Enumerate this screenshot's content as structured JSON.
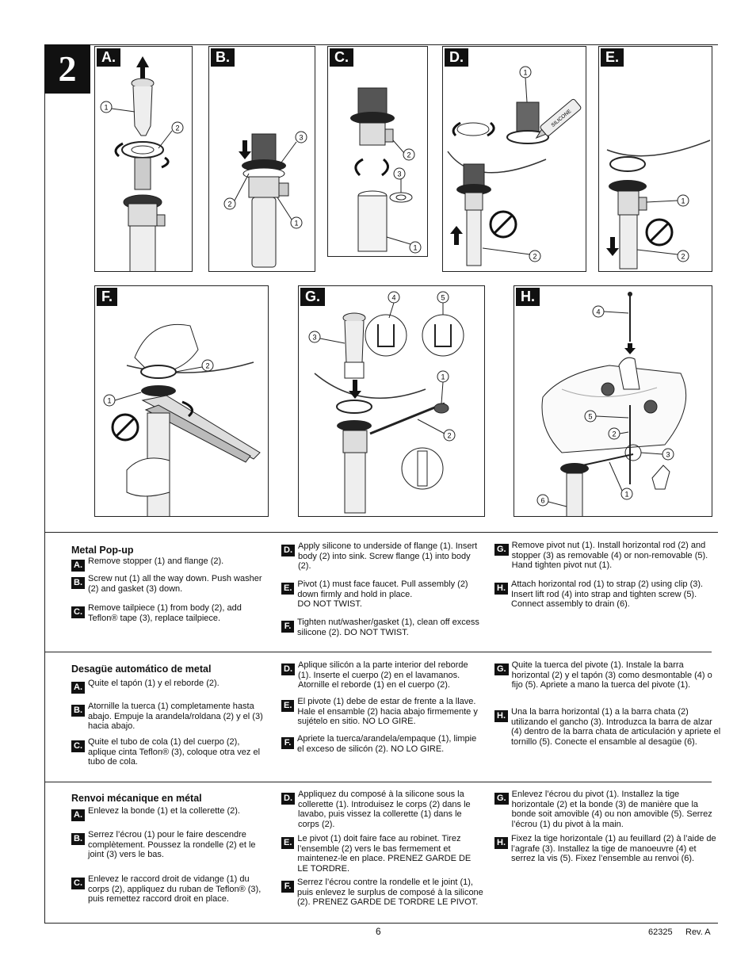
{
  "step_number": "2",
  "panels": {
    "A": {
      "label": "A.",
      "callouts": [
        "1",
        "2"
      ]
    },
    "B": {
      "label": "B.",
      "callouts": [
        "3",
        "2",
        "1"
      ]
    },
    "C": {
      "label": "C.",
      "callouts": [
        "2",
        "3",
        "1"
      ]
    },
    "D": {
      "label": "D.",
      "callouts": [
        "1",
        "2"
      ],
      "tube_text": "SILICONE"
    },
    "E": {
      "label": "E.",
      "callouts": [
        "1",
        "2"
      ]
    },
    "F": {
      "label": "F.",
      "callouts": [
        "2",
        "1"
      ]
    },
    "G": {
      "label": "G.",
      "callouts": [
        "4",
        "5",
        "3",
        "1",
        "2"
      ]
    },
    "H": {
      "label": "H.",
      "callouts": [
        "4",
        "5",
        "2",
        "3",
        "1",
        "6"
      ]
    }
  },
  "english": {
    "heading": "Metal Pop-up",
    "A": "Remove stopper (1) and flange (2).",
    "B": "Screw nut (1) all the way down. Push washer (2) and gasket (3) down.",
    "C1": "Remove tailpiece (1) from body (2), add Teflon",
    "C2": "® tape (3), replace tailpiece.",
    "D": "Apply silicone to underside of flange (1). Insert body (2) into sink. Screw flange (1) into body (2).",
    "E1": "Pivot (1) must face faucet. Pull assembly (2) down firmly and hold in place.",
    "E2": "DO NOT TWIST.",
    "F": "Tighten nut/washer/gasket (1), clean off excess silicone (2). DO NOT TWIST.",
    "G": "Remove pivot nut (1). Install horizontal rod (2) and stopper (3) as removable (4) or non-removable (5). Hand tighten pivot nut (1).",
    "H": "Attach horizontal rod (1) to strap (2) using clip (3). Insert lift rod (4) into strap and tighten screw (5). Connect assembly to drain (6)."
  },
  "spanish": {
    "heading": "Desagüe automático de metal",
    "A": "Quite el tapón (1) y el reborde (2).",
    "B": "Atornille la tuerca (1) completamente hasta abajo. Empuje la arandela/roldana (2) y el (3) hacia abajo.",
    "C1": "Quite el tubo de cola (1) del cuerpo (2), aplique cinta Teflon",
    "C2": "® (3), coloque otra vez el tubo de cola.",
    "D": "Aplique silicón a la parte interior del reborde (1). Inserte el cuerpo (2) en el lavamanos. Atornille el reborde (1) en el cuerpo (2).",
    "E": "El pivote (1) debe de estar de frente a la llave. Hale el ensamble (2) hacia abajo firmemente y sujételo en sitio. NO LO GIRE.",
    "F": "Apriete la tuerca/arandela/empaque (1), limpie el exceso de silicón (2). NO LO GIRE.",
    "G": "Quite la tuerca del pivote (1). Instale la barra horizontal (2) y el tapón (3) como desmontable (4) o fijo (5). Apriete a mano la tuerca del pivote (1).",
    "H": "Una la barra horizontal (1) a la barra chata (2) utilizando el gancho (3). Introduzca la barra de alzar (4) dentro de la barra chata de articulación y apriete el tornillo (5). Conecte el ensamble al desagüe (6)."
  },
  "french": {
    "heading": "Renvoi mécanique en métal",
    "A": "Enlevez la bonde (1) et la collerette (2).",
    "B": "Serrez l’écrou (1) pour le faire descendre complètement. Poussez la rondelle (2) et le joint (3) vers le bas.",
    "C1": "Enlevez le raccord droit de vidange (1) du corps (2), appliquez du ruban de Teflon",
    "C2": "® (3), puis remettez raccord droit en place.",
    "D": "Appliquez du composé à la silicone sous la collerette (1). Introduisez le corps (2) dans le lavabo, puis vissez la collerette (1) dans le corps (2).",
    "E": "Le pivot (1) doit faire face au robinet. Tirez l’ensemble (2) vers le bas fermement et maintenez-le en place. PRENEZ GARDE DE LE TORDRE.",
    "F": "Serrez l’écrou contre la rondelle et le joint (1), puis enlevez le surplus de composé à la silicone (2). PRENEZ GARDE DE TORDRE LE PIVOT.",
    "G": "Enlevez l’écrou du pivot (1). Installez la tige horizontale (2) et la bonde (3) de manière que la bonde soit amovible (4) ou non amovible (5). Serrez l’écrou (1) du pivot à la main.",
    "H": "Fixez la tige horizontale (1) au feuillard (2) à l’aide de l’agrafe (3). Installez la tige de manoeuvre (4) et serrez la vis (5). Fixez l’ensemble au renvoi (6)."
  },
  "badges": {
    "A": "A.",
    "B": "B.",
    "C": "C.",
    "D": "D.",
    "E": "E.",
    "F": "F.",
    "G": "G.",
    "H": "H."
  },
  "footer": {
    "page": "6",
    "model": "62325",
    "rev": "Rev. A"
  }
}
